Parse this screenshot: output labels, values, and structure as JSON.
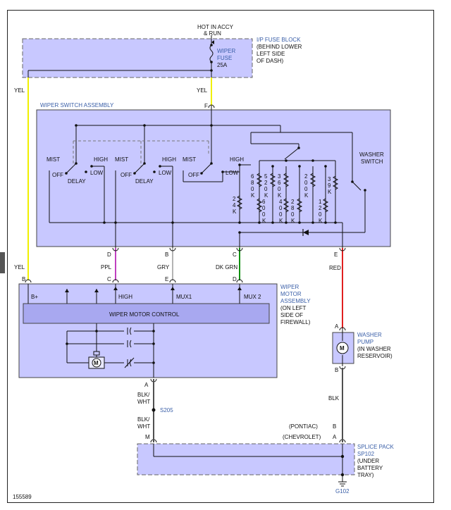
{
  "top": {
    "hot_line1": "HOT IN ACCY",
    "hot_line2": "& RUN"
  },
  "fuse_block": {
    "title": "I/P FUSE BLOCK",
    "location": [
      "(BEHIND LOWER",
      "LEFT SIDE",
      "OF DASH)"
    ],
    "fuse_name": [
      "WIPER",
      "FUSE"
    ],
    "rating": "25A"
  },
  "wires": {
    "yel": "YEL",
    "ppl": "PPL",
    "gry": "GRY",
    "dk_grn": "DK GRN",
    "red": "RED",
    "blk": "BLK",
    "blk_wht": [
      "BLK/",
      "WHT"
    ]
  },
  "switch": {
    "title": "WIPER SWITCH ASSEMBLY",
    "mist": "MIST",
    "off": "OFF",
    "high": "HIGH",
    "low": "LOW",
    "delay": "DELAY",
    "washer": [
      "WASHER",
      "SWITCH"
    ],
    "resistors": [
      [
        "6",
        "8",
        "0",
        "K"
      ],
      [
        "5",
        "2",
        "0",
        "K"
      ],
      [
        "3",
        "6",
        "0",
        "K"
      ],
      [
        "2",
        "0",
        "0",
        "K"
      ],
      [
        "3",
        "9",
        "K"
      ],
      [
        "6",
        "0",
        "0",
        "K"
      ],
      [
        "4",
        "0",
        "0",
        "K"
      ],
      [
        "2",
        "8",
        "0",
        "K"
      ],
      [
        "1",
        "2",
        "0",
        "K"
      ],
      [
        "2",
        "4",
        "K"
      ]
    ]
  },
  "pins": {
    "F": "F",
    "D": "D",
    "B": "B",
    "C": "C",
    "E": "E",
    "A": "A",
    "M": "M"
  },
  "motor": {
    "title": [
      "WIPER",
      "MOTOR",
      "ASSEMBLY"
    ],
    "location": [
      "(ON LEFT",
      "SIDE OF",
      "FIREWALL)"
    ],
    "control": "WIPER MOTOR CONTROL",
    "bplus": "B+",
    "high": "HIGH",
    "mux1": "MUX1",
    "mux2": "MUX 2",
    "m": "M"
  },
  "pump": {
    "title": [
      "WASHER",
      "PUMP"
    ],
    "location": [
      "(IN WASHER",
      "RESERVOIR)"
    ],
    "m": "M"
  },
  "splice": {
    "s205": "S205",
    "pontiac": "(PONTIAC)",
    "chevrolet": "(CHEVROLET)"
  },
  "splice_pack": {
    "title": [
      "SPLICE PACK",
      "SP102"
    ],
    "location": [
      "(UNDER",
      "BATTERY",
      "TRAY)"
    ]
  },
  "ground": "G102",
  "diagram_id": "155589",
  "colors": {
    "panel": "#c8c8ff",
    "panel_strip": "#a8a8f0",
    "yel": "#f0f000",
    "ppl": "#c040c0",
    "gry": "#b4b4b4",
    "dk_grn": "#109010",
    "red": "#e02020",
    "blk": "#505050",
    "label_blue": "#3a5fa8"
  }
}
